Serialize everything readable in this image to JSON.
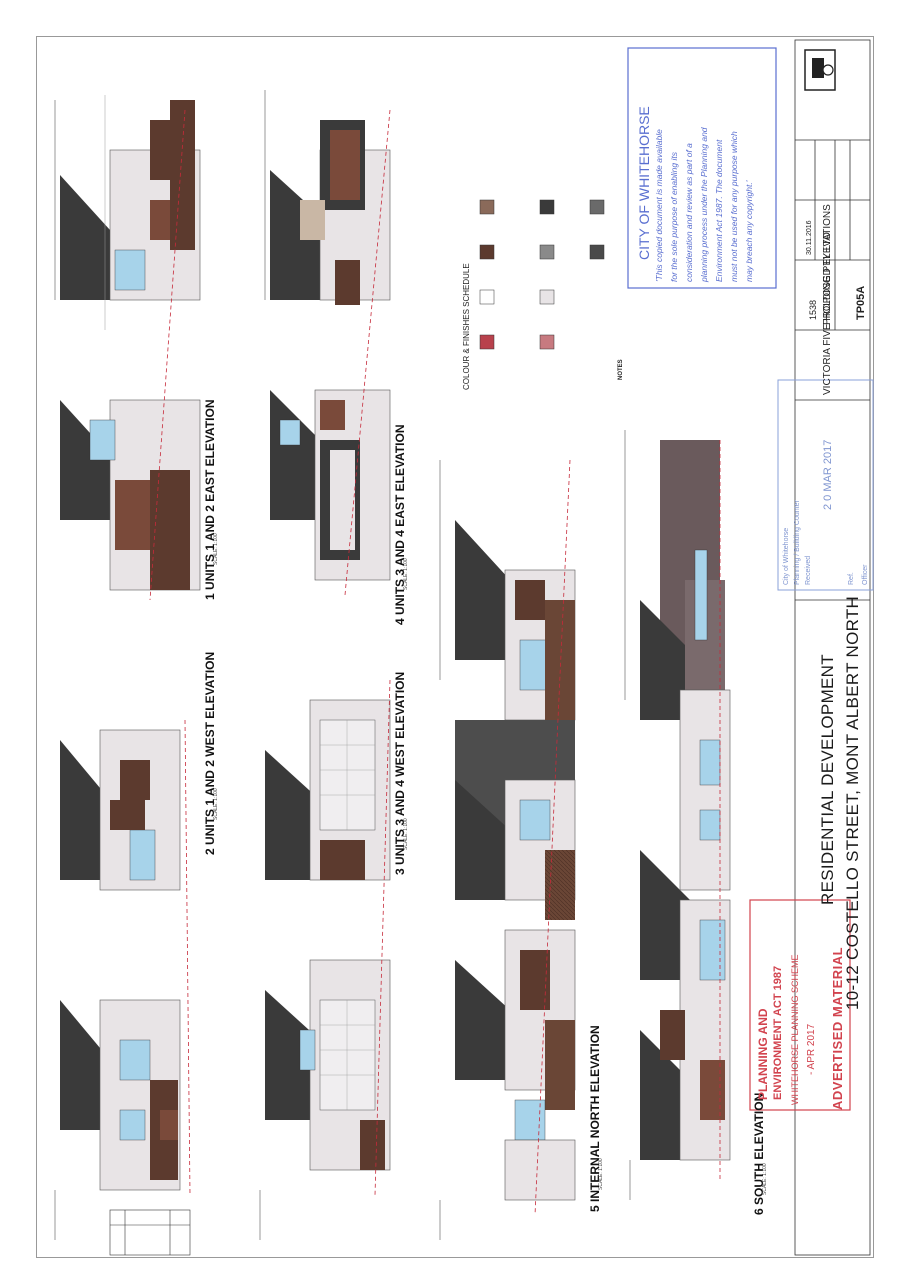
{
  "project": {
    "title": "RESIDENTIAL DEVELOPMENT",
    "address": "10-12 COSTELLO STREET, MONT ALBERT NORTH",
    "client": "VICTORIA FIVE HOLDING PTY LTD",
    "drawing_title": "PROPOSED ELEVATIONS",
    "date": "30.11.2016",
    "job_no": "1538",
    "drawing_no": "TP05A",
    "scale_label": "SCALE: 1:100"
  },
  "elevations": {
    "e1": {
      "number": "1",
      "title": "UNITS 1 AND 2 EAST ELEVATION"
    },
    "e2": {
      "number": "2",
      "title": "UNITS 1 AND 2 WEST ELEVATION"
    },
    "e3": {
      "number": "3",
      "title": "UNITS 3 AND 4 WEST ELEVATION"
    },
    "e4": {
      "number": "4",
      "title": "UNITS 3 AND 4 EAST ELEVATION"
    },
    "e5": {
      "number": "5",
      "title": "INTERNAL NORTH ELEVATION"
    },
    "e6": {
      "number": "6",
      "title": "SOUTH ELEVATION"
    }
  },
  "schedule": {
    "title": "COLOUR & FINISHES SCHEDULE",
    "notes_title": "NOTES"
  },
  "stamps": {
    "whitehorse_title": "CITY OF WHITEHORSE",
    "whitehorse_text_1": "'This copied document is made available",
    "whitehorse_text_2": "for the sole purpose of enabling its",
    "whitehorse_text_3": "consideration and review as part of a",
    "whitehorse_text_4": "planning process under the Planning and",
    "whitehorse_text_5": "Environment Act 1987. The document",
    "whitehorse_text_6": "must not be used for any purpose which",
    "whitehorse_text_7": "may breach any copyright.'",
    "received_line_1": "City of Whitehorse",
    "received_line_2": "Planning / Building Counter",
    "received_line_3": "Received",
    "received_date": "2 0 MAR 2017",
    "received_ref": "Ref.",
    "received_officer": "Officer",
    "planning_line_1": "PLANNING AND",
    "planning_line_2": "ENVIRONMENT ACT 1987",
    "planning_line_3": "WHITEHORSE PLANNING SCHEME",
    "planning_date": "- APR 2017",
    "advertised": "ADVERTISED MATERIAL"
  },
  "colors": {
    "brown_dark": "#5c3a2e",
    "brown_mid": "#7a4a3a",
    "grey_dark": "#4a4a4a",
    "grey_mid": "#8a8a8a",
    "window_blue": "#a7d3ea",
    "red_accent": "#b8414c",
    "stamp_red": "#d2434e",
    "stamp_blue": "#5a6fd0"
  }
}
